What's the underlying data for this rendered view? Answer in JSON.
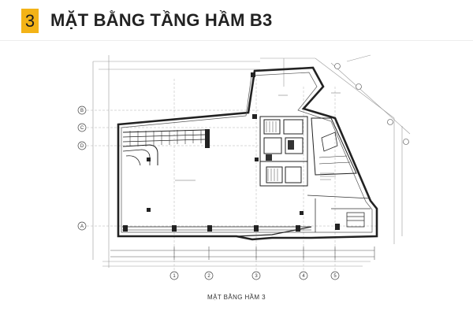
{
  "header": {
    "number": "3",
    "title": "MẶT BẰNG TẦNG HẦM B3",
    "accent_color": "#f3b317"
  },
  "plan": {
    "caption": "MẶT BẰNG HẦM 3",
    "row_axes": [
      "B",
      "C",
      "D",
      "A"
    ],
    "column_axes": [
      "1",
      "2",
      "3",
      "4",
      "5"
    ]
  }
}
